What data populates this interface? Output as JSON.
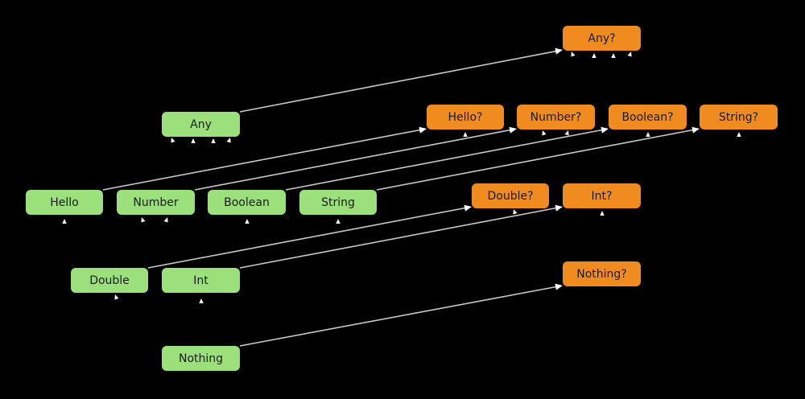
{
  "colors": {
    "background": "#000000",
    "non_null_node": "#9be07a",
    "nullable_node": "#f08c1f",
    "edge": "#c8c8c8",
    "arrowhead": "#ffffff",
    "text": "#1a1a1a"
  },
  "nodes": {
    "any": "Any",
    "hello": "Hello",
    "number": "Number",
    "boolean": "Boolean",
    "string": "String",
    "double": "Double",
    "int": "Int",
    "nothing": "Nothing",
    "any_q": "Any?",
    "hello_q": "Hello?",
    "number_q": "Number?",
    "boolean_q": "Boolean?",
    "string_q": "String?",
    "double_q": "Double?",
    "int_q": "Int?",
    "nothing_q": "Nothing?"
  },
  "edges": [
    [
      "any",
      "any_q"
    ],
    [
      "hello",
      "hello_q"
    ],
    [
      "number",
      "number_q"
    ],
    [
      "boolean",
      "boolean_q"
    ],
    [
      "string",
      "string_q"
    ],
    [
      "double",
      "double_q"
    ],
    [
      "int",
      "int_q"
    ],
    [
      "nothing",
      "nothing_q"
    ]
  ]
}
